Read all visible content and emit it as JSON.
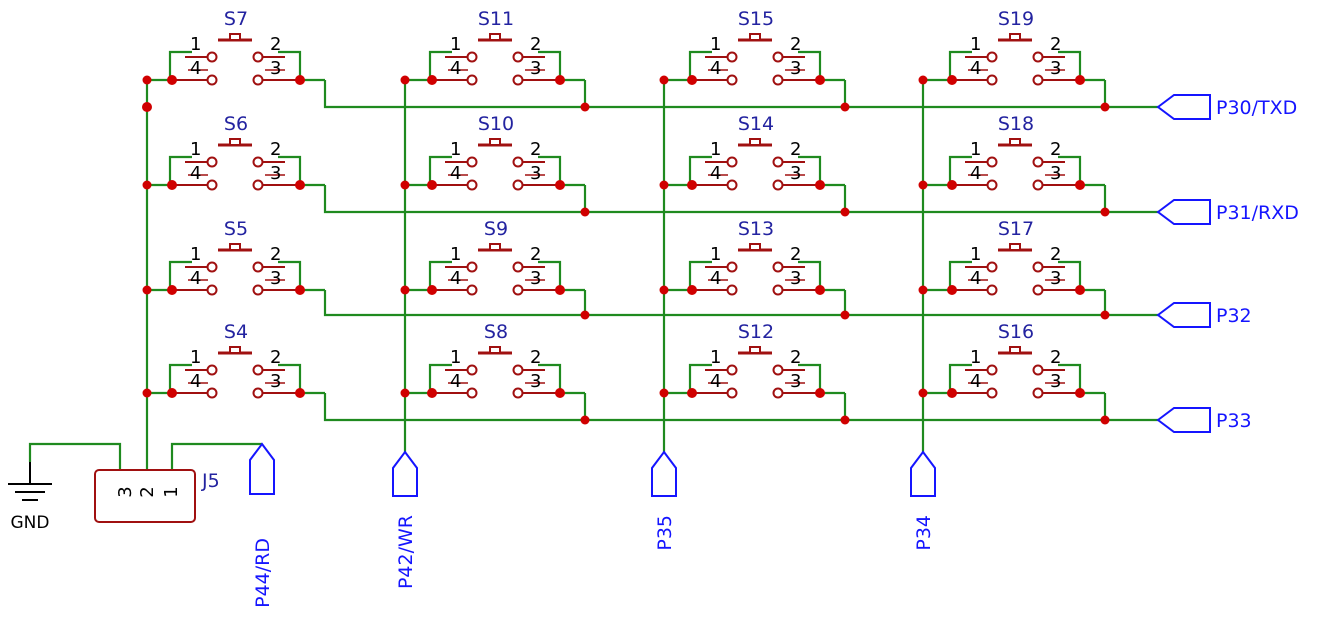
{
  "switches": [
    {
      "ref": "S7"
    },
    {
      "ref": "S11"
    },
    {
      "ref": "S15"
    },
    {
      "ref": "S19"
    },
    {
      "ref": "S6"
    },
    {
      "ref": "S10"
    },
    {
      "ref": "S14"
    },
    {
      "ref": "S18"
    },
    {
      "ref": "S5"
    },
    {
      "ref": "S9"
    },
    {
      "ref": "S13"
    },
    {
      "ref": "S17"
    },
    {
      "ref": "S4"
    },
    {
      "ref": "S8"
    },
    {
      "ref": "S12"
    },
    {
      "ref": "S16"
    }
  ],
  "pin_labels": [
    "1",
    "2",
    "4",
    "3"
  ],
  "row_ports": [
    {
      "label": "P30/TXD"
    },
    {
      "label": "P31/RXD"
    },
    {
      "label": "P32"
    },
    {
      "label": "P33"
    }
  ],
  "column_ports": [
    {
      "label": "P42/WR"
    },
    {
      "label": "P35"
    },
    {
      "label": "P34"
    }
  ],
  "connector": {
    "ref": "J5",
    "pins": [
      "3",
      "2",
      "1"
    ],
    "port_label": "P44/RD"
  },
  "ground": {
    "label": "GND"
  },
  "colors": {
    "wire": "#1f8a1f",
    "symbol": "#a01010",
    "junction": "#d00000",
    "ref_text": "#2323a0",
    "net_label": "#1515ff"
  }
}
